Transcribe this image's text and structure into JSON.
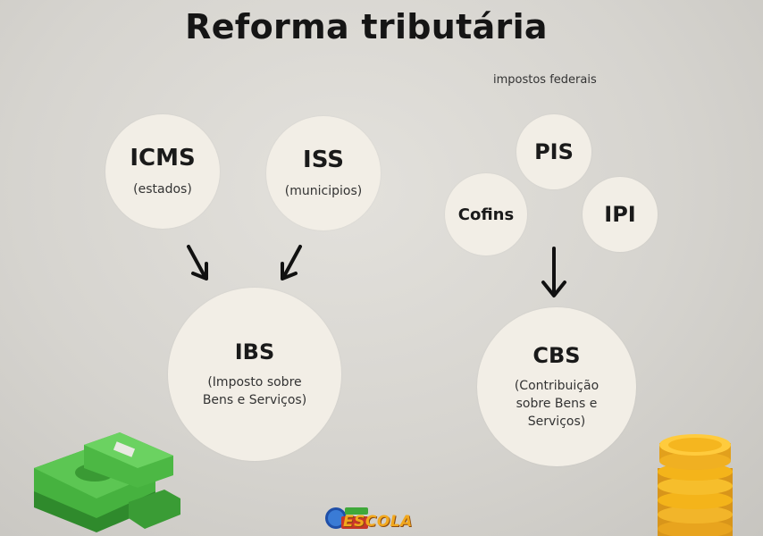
{
  "title": "Reforma tributária",
  "federal_label": "impostos federais",
  "nodes": {
    "icms": {
      "name": "ICMS",
      "desc": "(estados)"
    },
    "iss": {
      "name": "ISS",
      "desc": "(municipios)"
    },
    "pis": {
      "name": "PIS"
    },
    "cofins": {
      "name": "Cofins"
    },
    "ipi": {
      "name": "IPI"
    },
    "ibs": {
      "name": "IBS",
      "desc": "(Imposto sobre\nBens e Serviços)"
    },
    "cbs": {
      "name": "CBS",
      "desc": "(Contribuição\nsobre Bens e\nServiços)"
    }
  },
  "edges": [
    {
      "from": "ICMS",
      "to": "IBS"
    },
    {
      "from": "ISS",
      "to": "IBS"
    },
    {
      "from": "PIS, Cofins, IPI",
      "to": "CBS"
    }
  ],
  "logo": {
    "text": "ESCOLA"
  },
  "colors": {
    "background": "#d9d7d2",
    "circle": "#f2eee6",
    "text": "#151515",
    "money_green": "#3fa83a",
    "coin_gold": "#f4b41a"
  }
}
